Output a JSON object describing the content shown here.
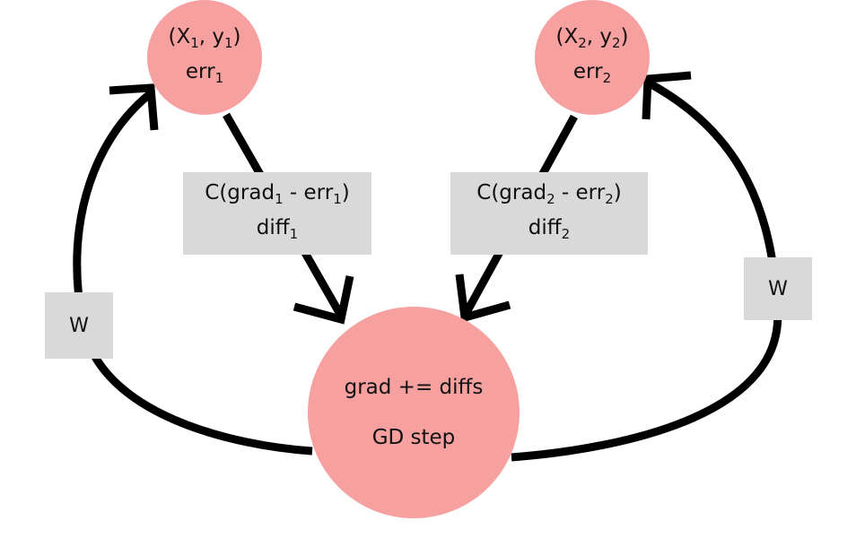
{
  "node_left": {
    "line1": {
      "open": "(X",
      "s1": "1",
      "mid": ", y",
      "s2": "1",
      "close": ")"
    },
    "line2": {
      "text": "err",
      "s": "1"
    }
  },
  "node_right": {
    "line1": {
      "open": "(X",
      "s1": "2",
      "mid": ", y",
      "s2": "2",
      "close": ")"
    },
    "line2": {
      "text": "err",
      "s": "2"
    }
  },
  "node_center": {
    "line1": "grad += diffs",
    "line2": "GD step"
  },
  "box_left": {
    "line1": {
      "a": "C(grad",
      "s1": "1",
      "b": " - err",
      "s2": "1",
      "c": ")"
    },
    "line2": {
      "text": "diff",
      "s": "1"
    }
  },
  "box_right": {
    "line1": {
      "a": "C(grad",
      "s1": "2",
      "b": " - err",
      "s2": "2",
      "c": ")"
    },
    "line2": {
      "text": "diff",
      "s": "2"
    }
  },
  "weight_left": "W",
  "weight_right": "W",
  "colors": {
    "node_fill": "#f7a0a0",
    "box_fill": "#d9d9d9",
    "edge": "#000000"
  }
}
